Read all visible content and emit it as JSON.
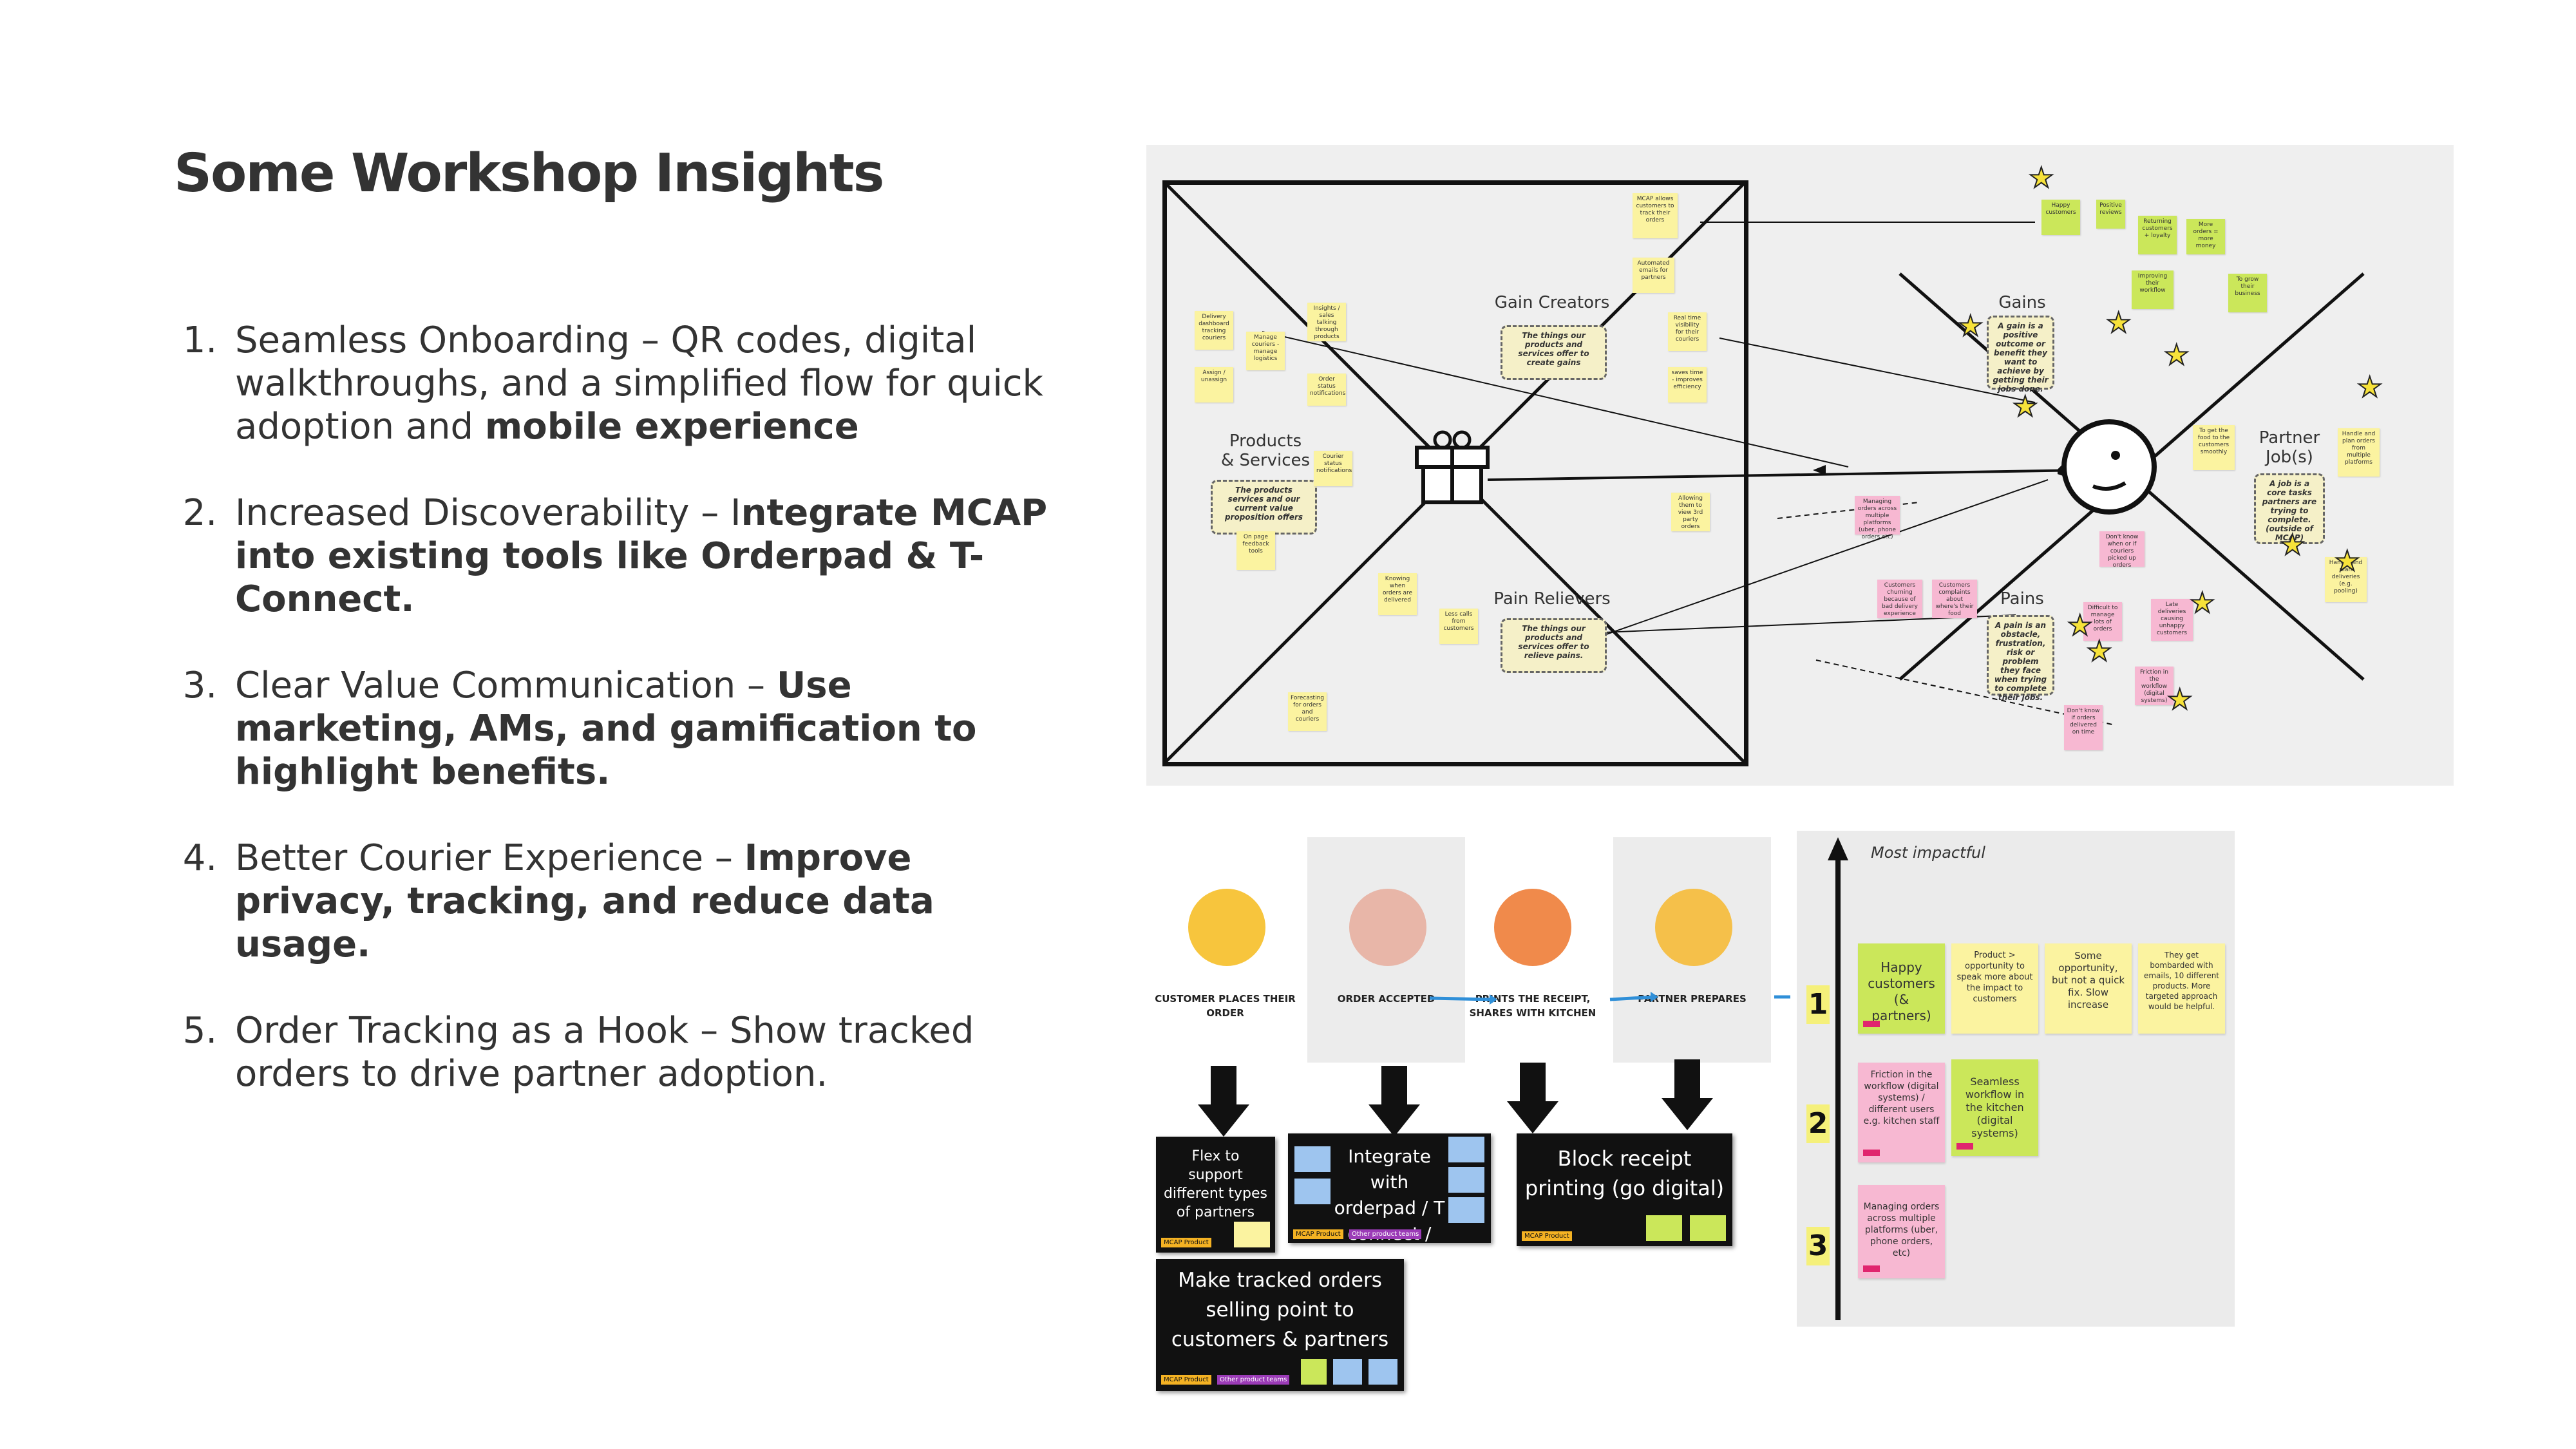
{
  "title": "Some Workshop Insights",
  "insights": [
    {
      "n": "1.",
      "plain": "Seamless Onboarding – QR codes, digital walkthroughs, and a simplified flow for quick adoption and ",
      "bold": "mobile experience"
    },
    {
      "n": "2.",
      "plain": "Increased Discoverability – I",
      "bold": "ntegrate MCAP into existing tools like Orderpad & T-Connect."
    },
    {
      "n": "3.",
      "plain": "Clear Value Communication – ",
      "bold": "Use marketing, AMs, and gamification to highlight benefits."
    },
    {
      "n": "4.",
      "plain": "Better Courier Experience – ",
      "bold": "Improve privacy, tracking, and reduce data usage."
    },
    {
      "n": "5.",
      "plain": "Order Tracking as a Hook – Show tracked orders to drive partner adoption.",
      "bold": ""
    }
  ],
  "canvas": {
    "gain_creators": "Gain Creators",
    "products_services": "Products & Services",
    "pain_relievers": "Pain Relievers",
    "gains": "Gains",
    "pains": "Pains",
    "partner_jobs": "Partner Job(s)",
    "gain_creators_note": "The things our products and services offer to create gains",
    "products_note": "The products services and our current value proposition offers",
    "pain_relievers_note": "The things our products and services offer to relieve pains.",
    "gains_note": "A gain is a positive outcome or benefit they want to achieve by getting their jobs done.",
    "pains_note": "A pain is an obstacle, frustration, risk or problem they face when trying to complete their jobs.",
    "jobs_note": "A job is a core tasks partners are trying to complete. (outside of MCAP)",
    "stickies": {
      "delivery": "Delivery dashboard tracking couriers",
      "assign": "Assign / unassign",
      "manage": "Manage couriers - manage logistics",
      "order_status": "Order status notifications",
      "courier_status": "Courier status notifications",
      "on_page": "On page feedback tools",
      "knowing": "Knowing when orders are delivered",
      "less_calls": "Less calls from customers",
      "forecasting": "Forecasting for orders and couriers",
      "mcap_allows": "MCAP allows customers to track their orders",
      "automated": "Automated emails for partners",
      "real_time": "Real time visibility for their couriers",
      "saves_time": "saves time - improves efficiency",
      "insights": "Insights / sales talking through products",
      "allowing": "Allowing them to view 3rd party orders",
      "happy": "Happy customers",
      "positive": "Positive reviews",
      "returning": "Returning customers + loyalty",
      "more_orders": "More orders = more money",
      "improving": "Improving their workflow",
      "to_grow": "To grow their business",
      "to_get": "To get the food to the customers smoothly",
      "handle": "Handle and plan orders from multiple platforms",
      "handle2": "Handle and plan deliveries (e.g. pooling)",
      "difficult": "Difficult to manage lots of orders",
      "late": "Late deliveries causing unhappy customers",
      "friction": "Friction in the workflow (digital systems)",
      "dont_know": "Don't know if orders delivered on time",
      "customers_churning": "Customers churning because of bad delivery experience",
      "customers_complain": "Customers complaints about where's their food",
      "managing": "Managing orders across multiple platforms (uber, phone orders etc)",
      "dont_know2": "Don't know when or if couriers picked up orders"
    }
  },
  "journey": {
    "stages": [
      "CUSTOMER PLACES THEIR ORDER",
      "ORDER ACCEPTED",
      "PRINTS THE RECEIPT, SHARES WITH KITCHEN",
      "PARTNER PREPARES"
    ],
    "boxes": [
      "Flex to support different types of partners",
      "Integrate with orderpad / T connect / OF",
      "Block receipt printing (go digital)",
      "Make tracked orders selling point to customers & partners"
    ],
    "tag_mcap": "MCAP Product",
    "tag_other": "Other product teams"
  },
  "impact": {
    "label": "Most impactful",
    "ranks": [
      "1",
      "2",
      "3"
    ],
    "row1": [
      "Happy customers (& partners)",
      "Product > opportunity to speak more about the impact to customers",
      "Some opportunity, but not a quick fix. Slow increase",
      "They get bombarded with emails, 10 different products. More targeted approach would be helpful."
    ],
    "row2": [
      "Friction in the workflow (digital systems) / different users e.g. kitchen staff",
      "Seamless workflow in the kitchen (digital systems)"
    ],
    "row3": [
      "Managing orders across multiple platforms (uber, phone orders, etc)"
    ],
    "colors": {
      "accent_green": "#3aa84c",
      "sticky_yellow": "#fbf3a0",
      "sticky_green": "#cbe75a",
      "sticky_pink": "#f7b8d2",
      "arrow_blue": "#2f8fd8"
    }
  }
}
